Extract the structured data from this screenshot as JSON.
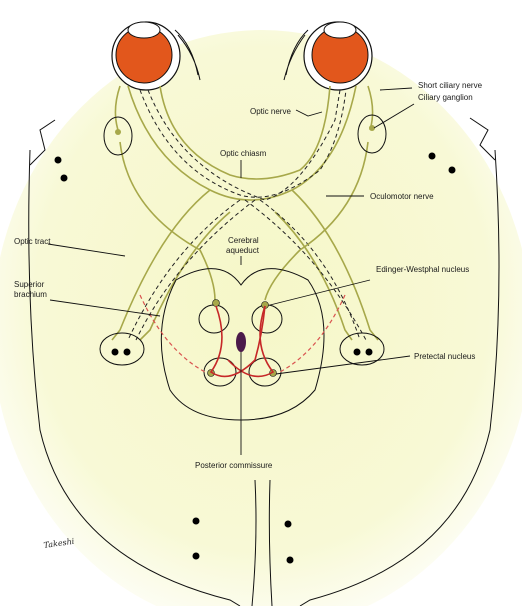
{
  "labels": {
    "short_ciliary_nerve": "Short ciliary nerve",
    "ciliary_ganglion": "Ciliary ganglion",
    "optic_nerve": "Optic nerve",
    "optic_chiasm": "Optic chiasm",
    "oculomotor_nerve": "Oculomotor nerve",
    "optic_tract": "Optic tract",
    "cerebral_aqueduct_1": "Cerebral",
    "cerebral_aqueduct_2": "aqueduct",
    "edinger_westphal_nucleus": "Edinger-Westphal nucleus",
    "superior_brachium_1": "Superior",
    "superior_brachium_2": "brachium",
    "pretectal_nucleus": "Pretectal nucleus",
    "posterior_commissure": "Posterior commissure",
    "signature": "Takeshi"
  },
  "colors": {
    "background_glow": "#f4f5c4",
    "nerve": "#a7a84a",
    "eye_iris": "#e2571c",
    "reflex_path": "#c62828",
    "aqueduct": "#4b1a4a",
    "outline": "#111111"
  }
}
